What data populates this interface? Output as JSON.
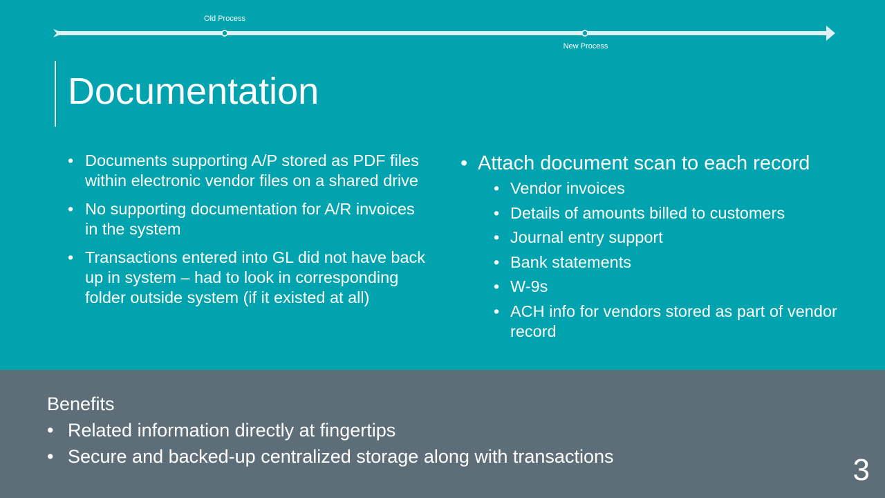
{
  "timeline": {
    "old_label": "Old Process",
    "new_label": "New Process"
  },
  "slide": {
    "title": "Documentation",
    "left_bullets": [
      "Documents supporting A/P stored as PDF files within electronic vendor files on a shared drive",
      "No supporting documentation for A/R invoices in the system",
      "Transactions entered into GL did not have back up in system  – had to look in corresponding folder outside system (if it existed at all)"
    ],
    "right_heading": "Attach document scan to each record",
    "right_bullets": [
      "Vendor invoices",
      "Details of amounts billed to customers",
      "Journal entry support",
      "Bank statements",
      "W-9s",
      "ACH info for vendors stored as part of vendor record"
    ],
    "benefits_title": "Benefits",
    "benefits": [
      "Related information directly at fingertips",
      "Secure and backed-up centralized storage along with transactions"
    ],
    "page_number": "3"
  },
  "colors": {
    "top_background": "#00a3ae",
    "bottom_background": "#5e6e78",
    "timeline_arrow": "#dff0f2",
    "text": "#ffffff"
  }
}
